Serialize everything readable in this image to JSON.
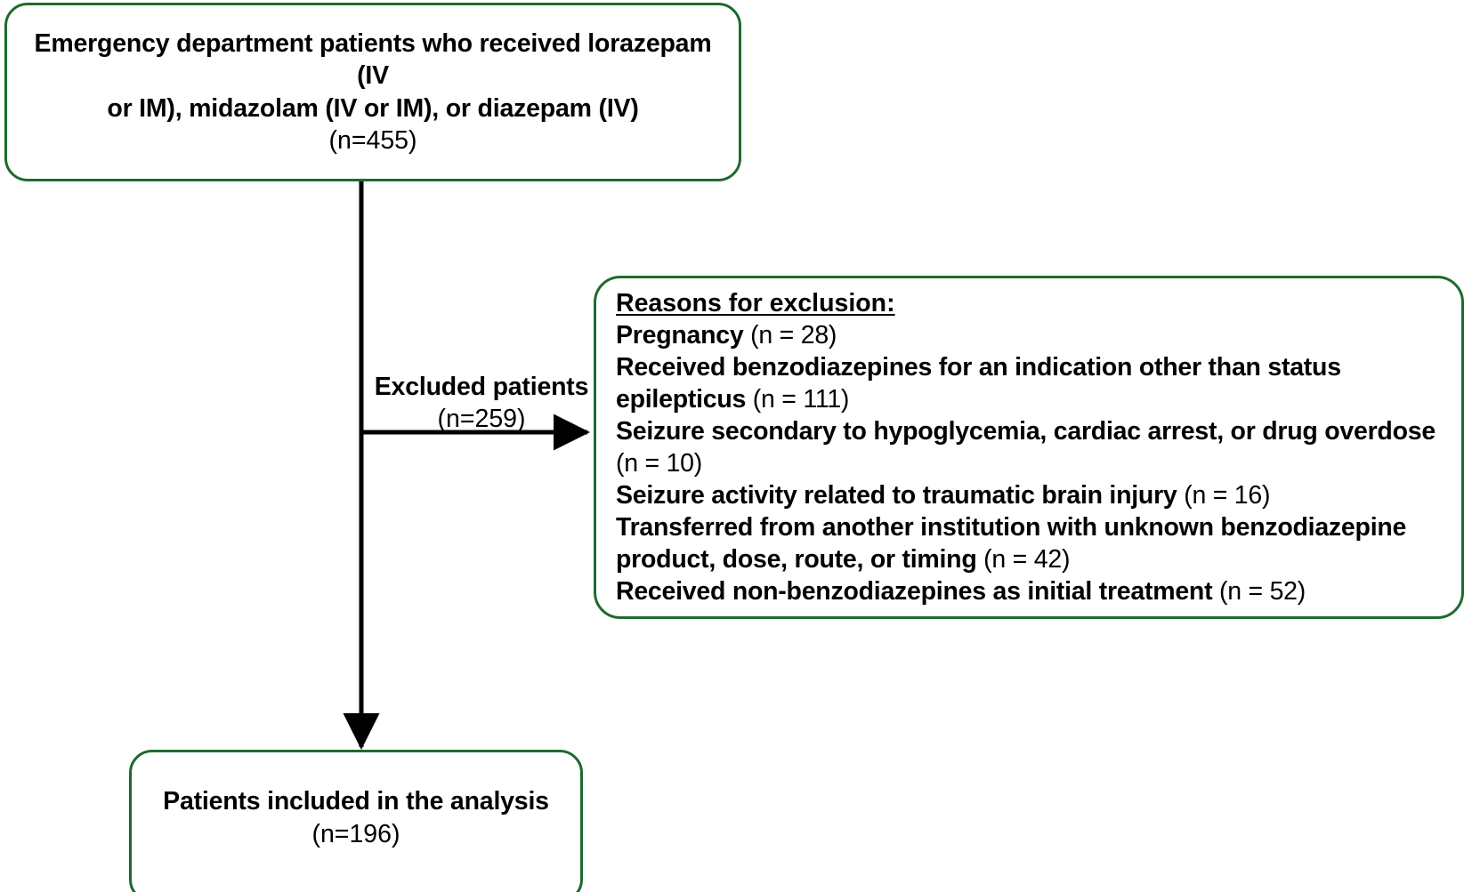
{
  "diagram": {
    "type": "flowchart",
    "title": "Patient selection flow diagram",
    "accent_color": "#1d6b2c",
    "line_color": "#000000",
    "background_color": "#ffffff"
  },
  "nodes": {
    "top": {
      "line1": "Emergency department patients who received lorazepam (IV",
      "line2": "or IM), midazolam (IV or IM), or diazepam (IV)",
      "count": "(n=455)"
    },
    "exclusion": {
      "heading": "Reasons for exclusion:",
      "reasons": [
        {
          "label": "Pregnancy",
          "count": "(n = 28)"
        },
        {
          "label": "Received benzodiazepines for an indication other than status epilepticus",
          "count": "(n = 111)"
        },
        {
          "label": "Seizure secondary to hypoglycemia, cardiac arrest, or drug overdose",
          "count": "(n = 10)"
        },
        {
          "label": "Seizure activity related to traumatic brain injury",
          "count": "(n = 16)"
        },
        {
          "label": "Transferred from another institution with unknown benzodiazepine product, dose, route, or timing",
          "count": "(n = 42)"
        },
        {
          "label": "Received non-benzodiazepines as initial treatment",
          "count": "(n = 52)"
        }
      ]
    },
    "included": {
      "line1": "Patients included in the analysis",
      "count": "(n=196)"
    }
  },
  "edges": {
    "excluded": {
      "label": "Excluded patients",
      "count": "(n=259)"
    }
  }
}
